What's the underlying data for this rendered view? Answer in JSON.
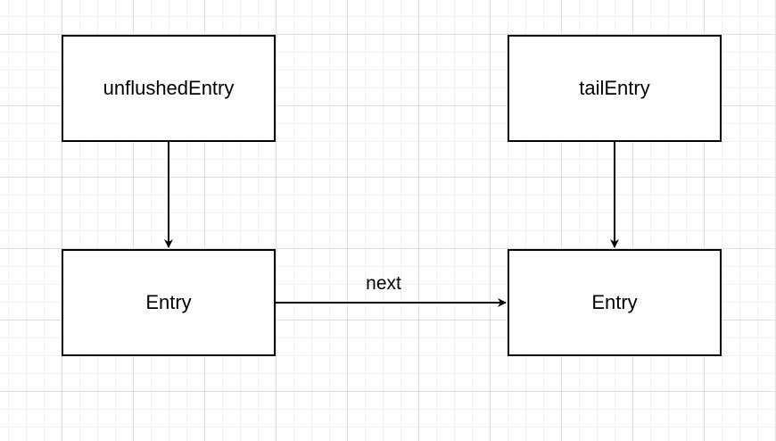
{
  "diagram": {
    "nodes": {
      "unflushed_entry": "unflushedEntry",
      "tail_entry": "tailEntry",
      "entry_left": "Entry",
      "entry_right": "Entry"
    },
    "edges": {
      "next_label": "next"
    },
    "colors": {
      "stroke": "#000000",
      "node_fill": "#ffffff",
      "grid_major": "#dedede",
      "grid_minor": "#f1f1f1"
    }
  }
}
